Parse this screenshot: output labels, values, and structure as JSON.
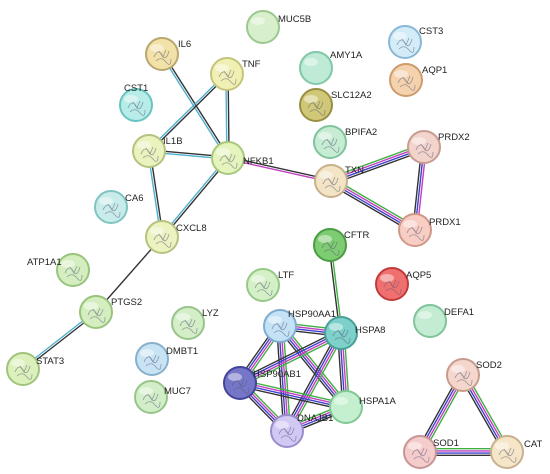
{
  "nodes": [
    {
      "id": "IL6",
      "label": "IL6",
      "fill": "#f2e2a8",
      "stroke": "#b8a870",
      "filled": true
    },
    {
      "id": "MUC5B",
      "label": "MUC5B",
      "fill": "#d8efcc",
      "stroke": "#9cc890",
      "filled": false
    },
    {
      "id": "TNF",
      "label": "TNF",
      "fill": "#f0f0b4",
      "stroke": "#c4c47c",
      "filled": true
    },
    {
      "id": "AMY1A",
      "label": "AMY1A",
      "fill": "#bfead6",
      "stroke": "#7fc8a8",
      "filled": false
    },
    {
      "id": "CST3",
      "label": "CST3",
      "fill": "#d4ecf8",
      "stroke": "#8ab8d4",
      "filled": true
    },
    {
      "id": "AQP1",
      "label": "AQP1",
      "fill": "#f5d2ae",
      "stroke": "#cc9c6c",
      "filled": true
    },
    {
      "id": "CST1",
      "label": "CST1",
      "fill": "#b8ece8",
      "stroke": "#68c4c0",
      "filled": true
    },
    {
      "id": "SLC12A2",
      "label": "SLC12A2",
      "fill": "#d0c878",
      "stroke": "#989040",
      "filled": true
    },
    {
      "id": "IL1B",
      "label": "IL1B",
      "fill": "#eaf2be",
      "stroke": "#b2c47e",
      "filled": true
    },
    {
      "id": "NFKB1",
      "label": "NFKB1",
      "fill": "#e4f4bc",
      "stroke": "#a8c87c",
      "filled": true
    },
    {
      "id": "BPIFA2",
      "label": "BPIFA2",
      "fill": "#c6ecd4",
      "stroke": "#80c49c",
      "filled": true
    },
    {
      "id": "PRDX2",
      "label": "PRDX2",
      "fill": "#f2d4cc",
      "stroke": "#c89c90",
      "filled": true
    },
    {
      "id": "TXN",
      "label": "TXN",
      "fill": "#f2e4c4",
      "stroke": "#c8b08c",
      "filled": true
    },
    {
      "id": "CA6",
      "label": "CA6",
      "fill": "#c8ecea",
      "stroke": "#80c4c0",
      "filled": true
    },
    {
      "id": "PRDX1",
      "label": "PRDX1",
      "fill": "#f8cec4",
      "stroke": "#d09888",
      "filled": true
    },
    {
      "id": "CXCL8",
      "label": "CXCL8",
      "fill": "#ecf2c0",
      "stroke": "#b4c480",
      "filled": true
    },
    {
      "id": "CFTR",
      "label": "CFTR",
      "fill": "#7ecc72",
      "stroke": "#4c9c44",
      "filled": true
    },
    {
      "id": "ATP1A1",
      "label": "ATP1A1",
      "fill": "#d4eec0",
      "stroke": "#98c47c",
      "filled": true
    },
    {
      "id": "LTF",
      "label": "LTF",
      "fill": "#d4f0c6",
      "stroke": "#98c888",
      "filled": true
    },
    {
      "id": "AQP5",
      "label": "AQP5",
      "fill": "#f07070",
      "stroke": "#c03c3c",
      "filled": true
    },
    {
      "id": "PTGS2",
      "label": "PTGS2",
      "fill": "#d4eec0",
      "stroke": "#98c47c",
      "filled": true
    },
    {
      "id": "DEFA1",
      "label": "DEFA1",
      "fill": "#c4ecd2",
      "stroke": "#80c49a",
      "filled": false
    },
    {
      "id": "HSP90AA1",
      "label": "HSP90AA1",
      "fill": "#c4e2f6",
      "stroke": "#80acd0",
      "filled": true
    },
    {
      "id": "LYZ",
      "label": "LYZ",
      "fill": "#d4eec8",
      "stroke": "#98c48c",
      "filled": true
    },
    {
      "id": "HSPA8",
      "label": "HSPA8",
      "fill": "#7ed0ca",
      "stroke": "#48a098",
      "filled": true
    },
    {
      "id": "DMBT1",
      "label": "DMBT1",
      "fill": "#c8e4f4",
      "stroke": "#88b0cc",
      "filled": true
    },
    {
      "id": "STAT3",
      "label": "STAT3",
      "fill": "#dcf0bc",
      "stroke": "#a0c47c",
      "filled": true
    },
    {
      "id": "SOD2",
      "label": "SOD2",
      "fill": "#f4d6cc",
      "stroke": "#c89c8c",
      "filled": true
    },
    {
      "id": "HSP90AB1",
      "label": "HSP90AB1",
      "fill": "#7676c8",
      "stroke": "#44449a",
      "filled": true
    },
    {
      "id": "MUC7",
      "label": "MUC7",
      "fill": "#d2eec8",
      "stroke": "#98c48c",
      "filled": true
    },
    {
      "id": "HSPA1A",
      "label": "HSPA1A",
      "fill": "#c4f0d0",
      "stroke": "#80c894",
      "filled": false
    },
    {
      "id": "DNAJB1",
      "label": "DNAJB1",
      "fill": "#d2c8f4",
      "stroke": "#9c8ccc",
      "filled": true
    },
    {
      "id": "SOD1",
      "label": "SOD1",
      "fill": "#f4cccc",
      "stroke": "#c89494",
      "filled": true
    },
    {
      "id": "CAT",
      "label": "CAT",
      "fill": "#f6e6c8",
      "stroke": "#c8b090",
      "filled": true
    }
  ],
  "edges": [
    {
      "source": "IL6",
      "target": "NFKB1",
      "colors": [
        "#333333",
        "#4fb0d0"
      ]
    },
    {
      "source": "TNF",
      "target": "IL1B",
      "colors": [
        "#333333",
        "#4fb0d0"
      ]
    },
    {
      "source": "TNF",
      "target": "NFKB1",
      "colors": [
        "#333333",
        "#4fb0d0"
      ]
    },
    {
      "source": "IL1B",
      "target": "NFKB1",
      "colors": [
        "#333333",
        "#4fb0d0"
      ]
    },
    {
      "source": "IL1B",
      "target": "CXCL8",
      "colors": [
        "#333333",
        "#4fb0d0"
      ]
    },
    {
      "source": "NFKB1",
      "target": "CXCL8",
      "colors": [
        "#333333",
        "#4fb0d0"
      ]
    },
    {
      "source": "NFKB1",
      "target": "TXN",
      "colors": [
        "#333333",
        "#c040c0"
      ]
    },
    {
      "source": "CXCL8",
      "target": "PTGS2",
      "colors": [
        "#333333"
      ]
    },
    {
      "source": "PTGS2",
      "target": "STAT3",
      "colors": [
        "#333333",
        "#4fb0d0"
      ]
    },
    {
      "source": "TXN",
      "target": "PRDX2",
      "colors": [
        "#40b040",
        "#c040c0",
        "#4040d0",
        "#333333"
      ]
    },
    {
      "source": "TXN",
      "target": "PRDX1",
      "colors": [
        "#40b040",
        "#c040c0",
        "#4040d0",
        "#333333"
      ]
    },
    {
      "source": "PRDX2",
      "target": "PRDX1",
      "colors": [
        "#c040c0",
        "#4040d0",
        "#333333"
      ]
    },
    {
      "source": "CFTR",
      "target": "HSPA8",
      "colors": [
        "#40b040",
        "#333333"
      ]
    },
    {
      "source": "HSP90AA1",
      "target": "HSPA8",
      "colors": [
        "#40b040",
        "#c040c0",
        "#4040d0",
        "#333333"
      ]
    },
    {
      "source": "HSP90AA1",
      "target": "HSP90AB1",
      "colors": [
        "#40b040",
        "#c040c0",
        "#4040d0",
        "#333333"
      ]
    },
    {
      "source": "HSP90AA1",
      "target": "DNAJB1",
      "colors": [
        "#40b040",
        "#c040c0",
        "#4040d0",
        "#333333"
      ]
    },
    {
      "source": "HSP90AA1",
      "target": "HSPA1A",
      "colors": [
        "#40b040",
        "#c040c0",
        "#4040d0",
        "#333333"
      ]
    },
    {
      "source": "HSPA8",
      "target": "HSP90AB1",
      "colors": [
        "#40b040",
        "#c040c0",
        "#4040d0",
        "#333333"
      ]
    },
    {
      "source": "HSPA8",
      "target": "DNAJB1",
      "colors": [
        "#40b040",
        "#c040c0",
        "#4040d0",
        "#333333"
      ]
    },
    {
      "source": "HSPA8",
      "target": "HSPA1A",
      "colors": [
        "#40b040",
        "#c040c0",
        "#4040d0",
        "#333333"
      ]
    },
    {
      "source": "HSP90AB1",
      "target": "DNAJB1",
      "colors": [
        "#40b040",
        "#c040c0",
        "#4040d0",
        "#333333"
      ]
    },
    {
      "source": "HSP90AB1",
      "target": "HSPA1A",
      "colors": [
        "#40b040",
        "#c040c0",
        "#4040d0",
        "#333333"
      ]
    },
    {
      "source": "DNAJB1",
      "target": "HSPA1A",
      "colors": [
        "#40b040",
        "#c040c0",
        "#4040d0",
        "#333333"
      ]
    },
    {
      "source": "SOD2",
      "target": "SOD1",
      "colors": [
        "#40b040",
        "#c040c0",
        "#4040d0",
        "#333333"
      ]
    },
    {
      "source": "SOD2",
      "target": "CAT",
      "colors": [
        "#40b040",
        "#c040c0",
        "#4040d0",
        "#333333"
      ]
    },
    {
      "source": "SOD1",
      "target": "CAT",
      "colors": [
        "#40b040",
        "#c040c0",
        "#4040d0",
        "#333333"
      ]
    }
  ]
}
